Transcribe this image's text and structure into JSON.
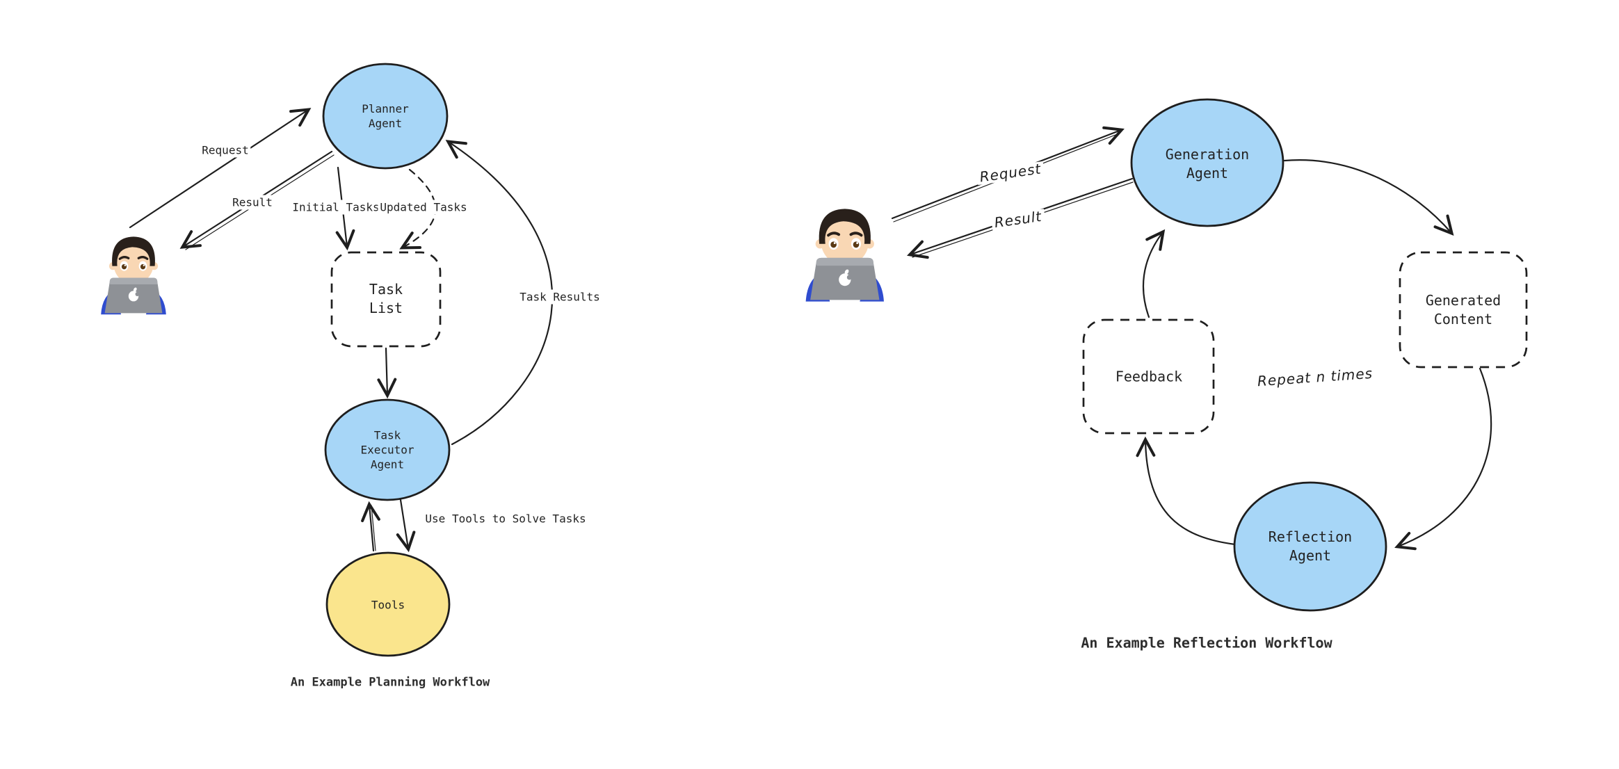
{
  "colors": {
    "node_blue": "#a7d6f7",
    "node_yellow": "#fae58d",
    "stroke": "#1e1e1e",
    "text": "#232323",
    "background": "#ffffff",
    "shirt_blue": "#2f4ccf",
    "laptop_gray": "#8e9196"
  },
  "planning": {
    "caption": "An Example Planning Workflow",
    "nodes": {
      "planner": "Planner\nAgent",
      "task_list": "Task\nList",
      "executor": "Task\nExecutor\nAgent",
      "tools": "Tools"
    },
    "labels": {
      "request": "Request",
      "result": "Result",
      "initial_tasks": "Initial Tasks",
      "updated_tasks": "Updated Tasks",
      "task_results": "Task Results",
      "use_tools": "Use Tools to Solve Tasks"
    },
    "icons": {
      "user": "man-technologist-emoji"
    }
  },
  "reflection": {
    "caption": "An Example Reflection Workflow",
    "nodes": {
      "generation": "Generation\nAgent",
      "generated_content": "Generated\nContent",
      "feedback": "Feedback",
      "reflection": "Reflection\nAgent"
    },
    "labels": {
      "request": "Request",
      "result": "Result",
      "repeat": "Repeat n times"
    },
    "icons": {
      "user": "man-technologist-emoji"
    }
  }
}
